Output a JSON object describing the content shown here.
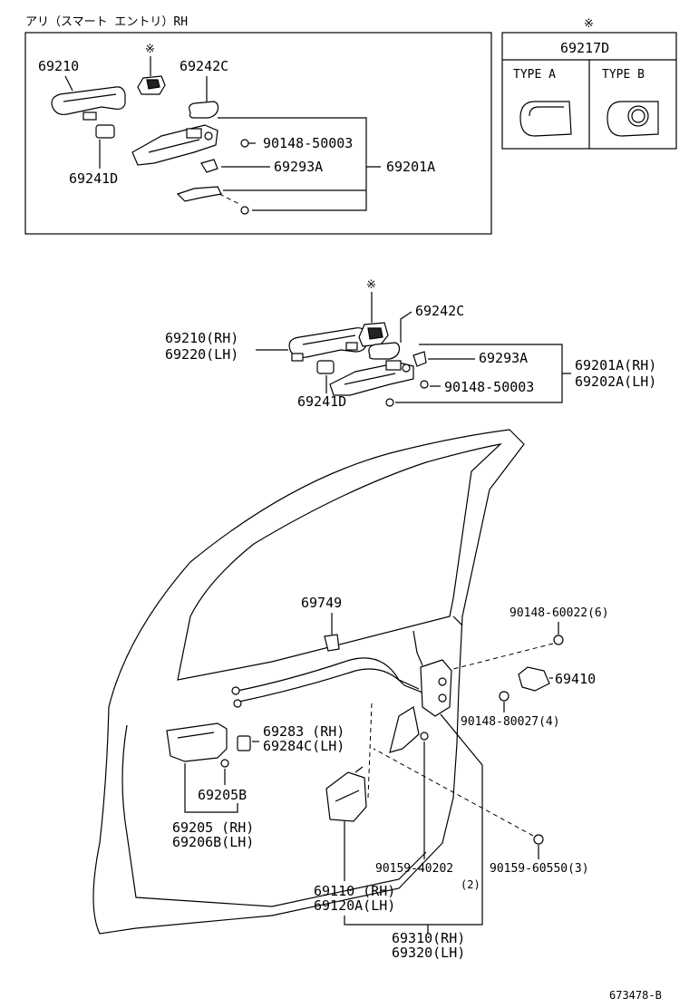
{
  "section1": {
    "header": "アリ（スマート エントリ）RH",
    "labels": {
      "handle": "69210",
      "cover": "69242C",
      "screw": "90148-50003",
      "pad_small": "69293A",
      "frame": "69201A",
      "pad": "69241D"
    },
    "asterisk": "※"
  },
  "type_box": {
    "asterisk": "※",
    "part": "69217D",
    "type_a": "TYPE A",
    "type_b": "TYPE B"
  },
  "section2": {
    "asterisk": "※",
    "handle_rh": "69210(RH)",
    "handle_lh": "69220(LH)",
    "cover": "69242C",
    "pad_small": "69293A",
    "frame_rh": "69201A(RH)",
    "frame_lh": "69202A(LH)",
    "screw": "90148-50003",
    "pad": "69241D"
  },
  "door": {
    "clip": "69749",
    "screw_top": "90148-60022(6)",
    "striker": "69410",
    "screw_striker": "90148-80027(4)",
    "inner_rh": "69283 (RH)",
    "inner_lh": "69284C(LH)",
    "inner_sub": "69205B",
    "inner_handle_rh": "69205 (RH)",
    "inner_handle_lh": "69206B(LH)",
    "motor_rh": "69110 (RH)",
    "motor_lh": "69120A(LH)",
    "screw_lock": "90159-40202",
    "screw_lock_qty": "(2)",
    "screw_bottom": "90159-60550(3)",
    "lock_rh": "69310(RH)",
    "lock_lh": "69320(LH)"
  },
  "figure_number": "673478-B"
}
